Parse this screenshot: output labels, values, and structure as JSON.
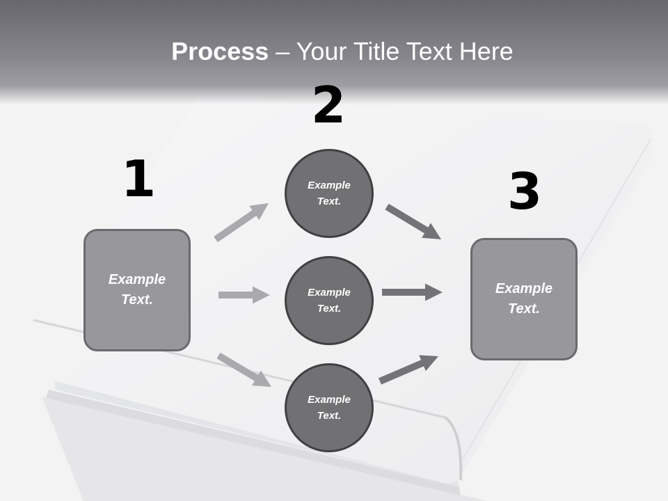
{
  "title": {
    "strong": "Process",
    "rest": " – Your Title Text Here"
  },
  "steps": {
    "one": "1",
    "two": "2",
    "three": "3"
  },
  "left_box": {
    "line1": "Example",
    "line2": "Text."
  },
  "circles": [
    {
      "line1": "Example",
      "line2": "Text."
    },
    {
      "line1": "Example",
      "line2": "Text."
    },
    {
      "line1": "Example",
      "line2": "Text."
    }
  ],
  "right_box": {
    "line1": "Example",
    "line2": "Text."
  },
  "colors": {
    "title_bar": "#86868c",
    "box_fill": "#98989c",
    "box_border": "#6a6a6e",
    "circle_fill": "#717174",
    "circle_border": "#404043",
    "arrow_light": "#aaaaae",
    "arrow_dark": "#747478"
  }
}
